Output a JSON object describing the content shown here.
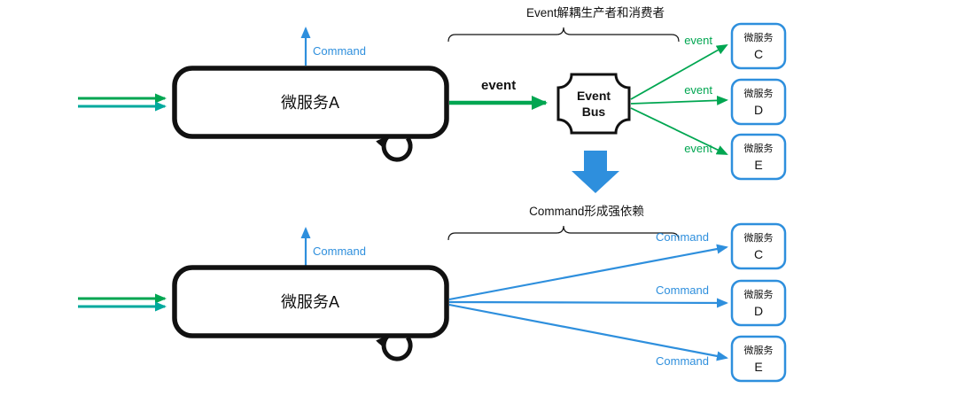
{
  "palette": {
    "green": "#00a651",
    "teal": "#00a99d",
    "blue": "#2e8fdd",
    "black": "#111111"
  },
  "top": {
    "brace_label": "Event解耦生产者和消费者",
    "command_label": "Command",
    "service_a_label": "微服务A",
    "event_edge_label": "event",
    "event_bus": {
      "line1": "Event",
      "line2": "Bus"
    },
    "fan_labels": [
      "event",
      "event",
      "event"
    ],
    "services": [
      {
        "line1": "微服务",
        "line2": "C"
      },
      {
        "line1": "微服务",
        "line2": "D"
      },
      {
        "line1": "微服务",
        "line2": "E"
      }
    ]
  },
  "bottom": {
    "brace_label": "Command形成强依赖",
    "command_label": "Command",
    "service_a_label": "微服务A",
    "fan_labels": [
      "Command",
      "Command",
      "Command"
    ],
    "services": [
      {
        "line1": "微服务",
        "line2": "C"
      },
      {
        "line1": "微服务",
        "line2": "D"
      },
      {
        "line1": "微服务",
        "line2": "E"
      }
    ]
  }
}
